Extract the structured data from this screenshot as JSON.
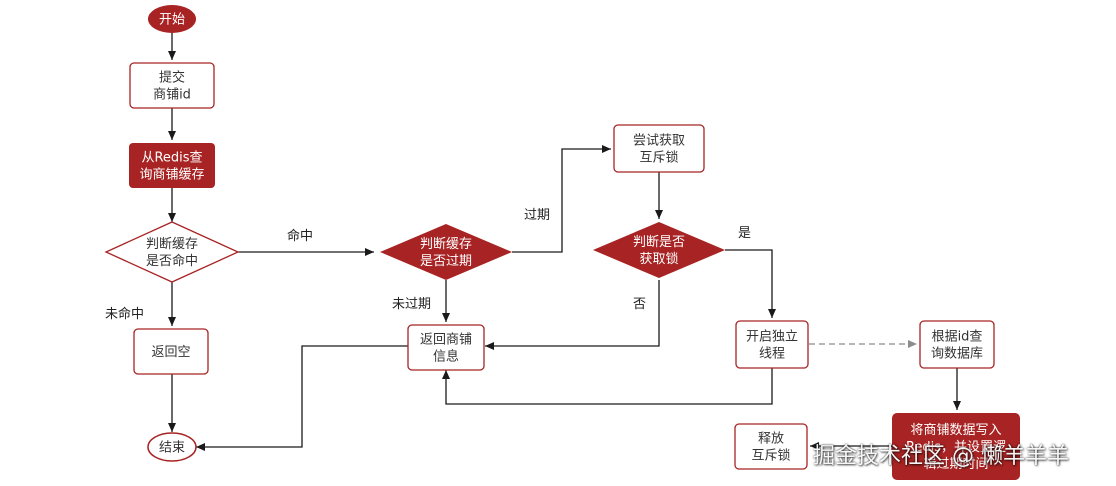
{
  "colors": {
    "accent": "#a82323",
    "filled_text": "#ffffff",
    "outlined_text": "#333333",
    "edge": "#1a1a1a",
    "dashed_edge": "#8c8c8c"
  },
  "nodes": {
    "start": {
      "label": [
        "开始"
      ]
    },
    "submit_id": {
      "label": [
        "提交",
        "商铺id"
      ]
    },
    "query_redis": {
      "label": [
        "从Redis查",
        "询商铺缓存"
      ]
    },
    "check_hit": {
      "label": [
        "判断缓存",
        "是否命中"
      ]
    },
    "return_empty": {
      "label": [
        "返回空"
      ]
    },
    "end": {
      "label": [
        "结束"
      ]
    },
    "check_expired": {
      "label": [
        "判断缓存",
        "是否过期"
      ]
    },
    "return_shop": {
      "label": [
        "返回商铺",
        "信息"
      ]
    },
    "try_lock": {
      "label": [
        "尝试获取",
        "互斥锁"
      ]
    },
    "check_lock": {
      "label": [
        "判断是否",
        "获取锁"
      ]
    },
    "start_thread": {
      "label": [
        "开启独立",
        "线程"
      ]
    },
    "query_db": {
      "label": [
        "根据id查",
        "询数据库"
      ]
    },
    "write_redis": {
      "label": [
        "将商铺数据写入",
        "Redis，并设置逻",
        "辑过期时间"
      ]
    },
    "release_lock": {
      "label": [
        "释放",
        "互斥锁"
      ]
    }
  },
  "edges": {
    "hit": "命中",
    "miss": "未命中",
    "expired": "过期",
    "not_expired": "未过期",
    "yes": "是",
    "no": "否"
  },
  "watermark": "掘金技术社区 @ 懒羊羊羊"
}
